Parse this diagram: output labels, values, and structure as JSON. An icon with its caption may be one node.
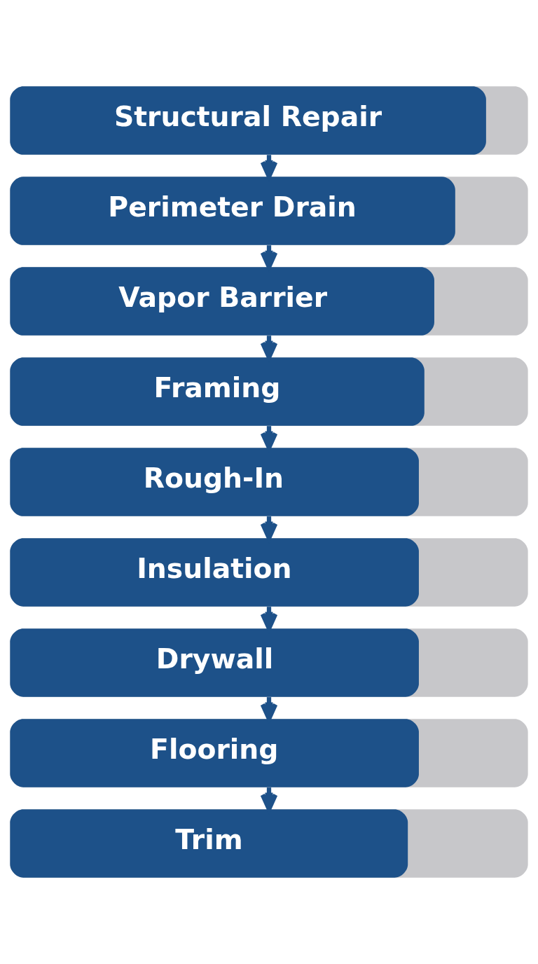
{
  "diagram": {
    "nodes": [
      {
        "text": [
          "Structural Repair"
        ]
      },
      {
        "text": [
          "Perimeter Drain"
        ]
      },
      {
        "text": [
          "Vapor Barrier"
        ]
      },
      {
        "text": [
          "Framing"
        ]
      },
      {
        "text": [
          "Rough-In"
        ]
      },
      {
        "text": [
          "Insulation"
        ]
      },
      {
        "text": [
          "Drywall"
        ]
      },
      {
        "text": [
          "Flooring"
        ]
      },
      {
        "text": [
          "Trim"
        ]
      }
    ],
    "edges": [
      {
        "from": 0,
        "to": 1,
        "arrow": "to"
      },
      {
        "from": 1,
        "to": 2,
        "arrow": "to"
      },
      {
        "from": 2,
        "to": 3,
        "arrow": "to"
      },
      {
        "from": 3,
        "to": 4,
        "arrow": "to"
      },
      {
        "from": 4,
        "to": 5,
        "arrow": "to"
      },
      {
        "from": 5,
        "to": 6,
        "arrow": "to"
      },
      {
        "from": 6,
        "to": 7,
        "arrow": "to"
      },
      {
        "from": 7,
        "to": 8,
        "arrow": "to"
      }
    ]
  }
}
